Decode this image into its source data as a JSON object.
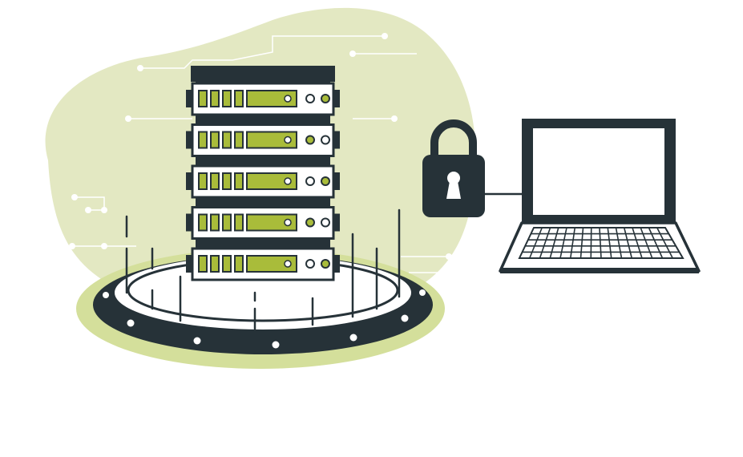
{
  "scene": {
    "description_tags": [
      "server-rack",
      "padlock",
      "laptop",
      "circuit-blob",
      "portal-ring"
    ],
    "server_units": 5,
    "colors": {
      "dark": "#263238",
      "accent": "#a9bc3a",
      "blob": "#e3e8c2",
      "ring_glow": "#d4df9b",
      "white": "#ffffff"
    }
  }
}
